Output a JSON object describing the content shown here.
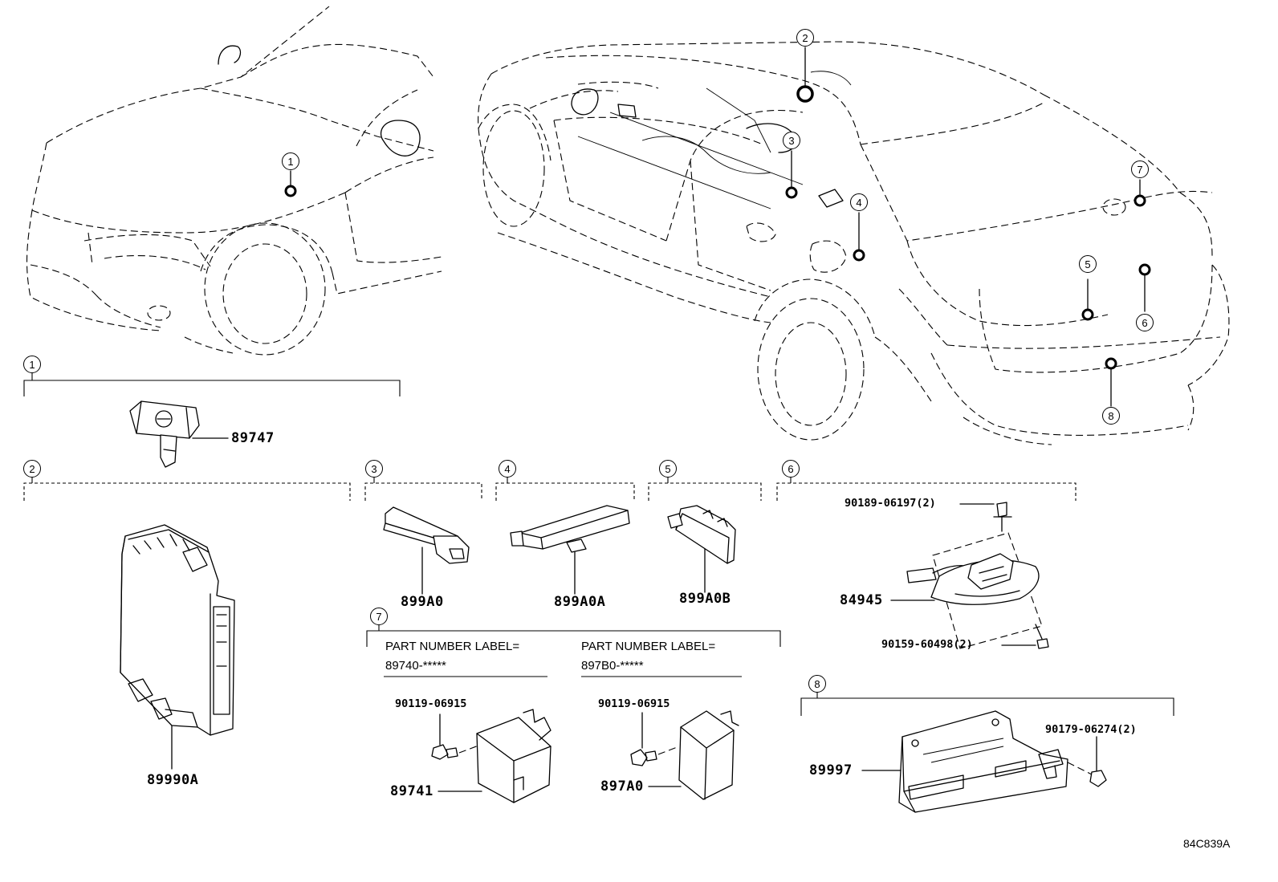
{
  "diagram_ref": "84C839A",
  "callouts": [
    "1",
    "2",
    "3",
    "4",
    "5",
    "6",
    "7",
    "8"
  ],
  "parts": {
    "p89747": "89747",
    "p89990A": "89990A",
    "p899A0": "899A0",
    "p899A0A": "899A0A",
    "p899A0B": "899A0B",
    "p90189": "90189-06197(2)",
    "p84945": "84945",
    "p90159": "90159-60498(2)",
    "p90119a": "90119-06915",
    "p89741": "89741",
    "p90119b": "90119-06915",
    "p897A0": "897A0",
    "p89997": "89997",
    "p90179": "90179-06274(2)"
  },
  "labels": {
    "label_a_line1": "PART NUMBER LABEL=",
    "label_a_line2": "89740-*****",
    "label_b_line1": "PART NUMBER LABEL=",
    "label_b_line2": "897B0-*****"
  }
}
